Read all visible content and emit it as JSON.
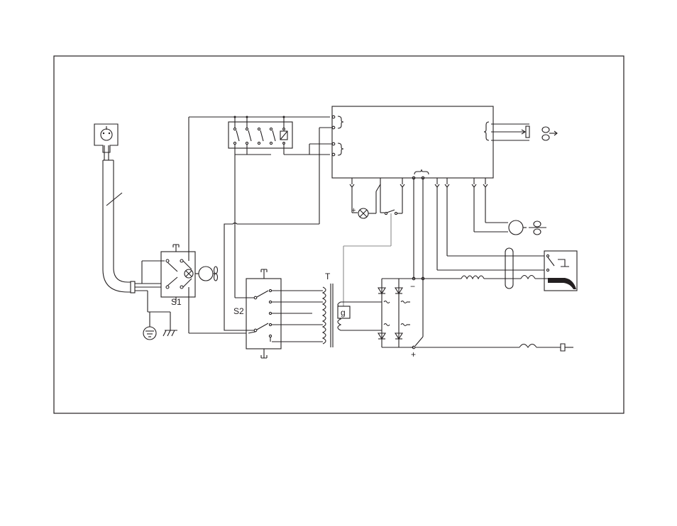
{
  "labels": {
    "s1": "S1",
    "s2": "S2",
    "transformer": "T",
    "generator": "g",
    "plus_top": "+",
    "minus": "−",
    "plus_bottom": "+",
    "lamp_plus": "+"
  }
}
